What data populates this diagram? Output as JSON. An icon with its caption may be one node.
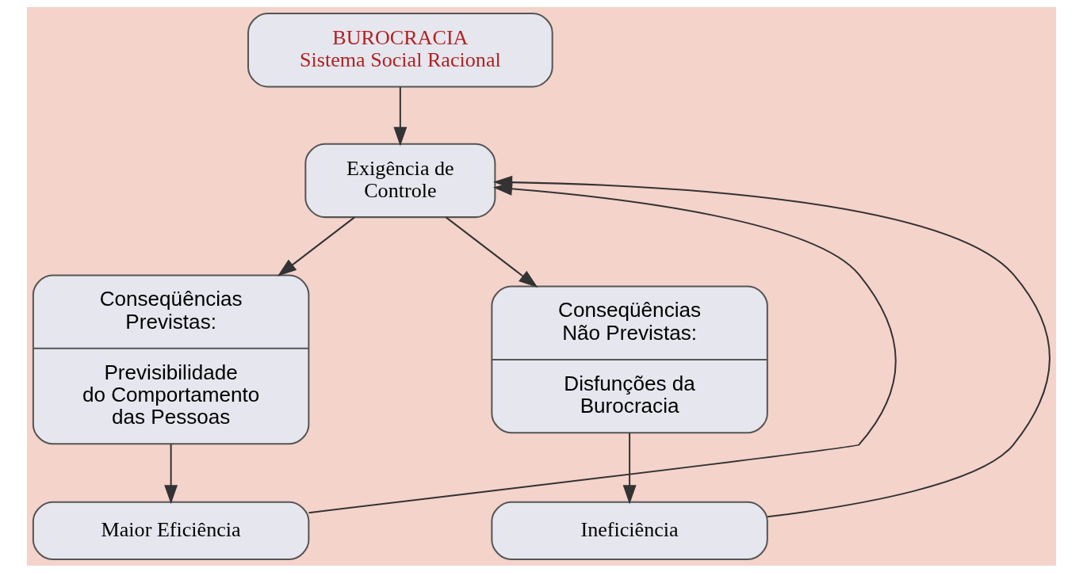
{
  "diagram": {
    "nodes": [
      {
        "text": [
          "BUROCRACIA",
          "Sistema Social Racional"
        ]
      },
      {
        "text": [
          "Exigência de Controle"
        ]
      },
      {
        "text": [
          "Conseqüências Previstas:",
          "Previsibilidade do Comportamento das Pessoas"
        ]
      },
      {
        "text": [
          "Conseqüências Não Previstas:",
          "Disfunções da Burocracia"
        ]
      },
      {
        "text": [
          "Maior Eficiência"
        ]
      },
      {
        "text": [
          "Ineficiência"
        ]
      }
    ],
    "edges": [
      {
        "from": 0,
        "to": 1,
        "arrow": "to"
      },
      {
        "from": 1,
        "to": 2,
        "arrow": "to"
      },
      {
        "from": 1,
        "to": 3,
        "arrow": "to"
      },
      {
        "from": 2,
        "to": 4,
        "arrow": "to"
      },
      {
        "from": 3,
        "to": 5,
        "arrow": "to"
      },
      {
        "from": 4,
        "to": 1,
        "arrow": "to"
      },
      {
        "from": 5,
        "to": 1,
        "arrow": "to"
      }
    ]
  }
}
